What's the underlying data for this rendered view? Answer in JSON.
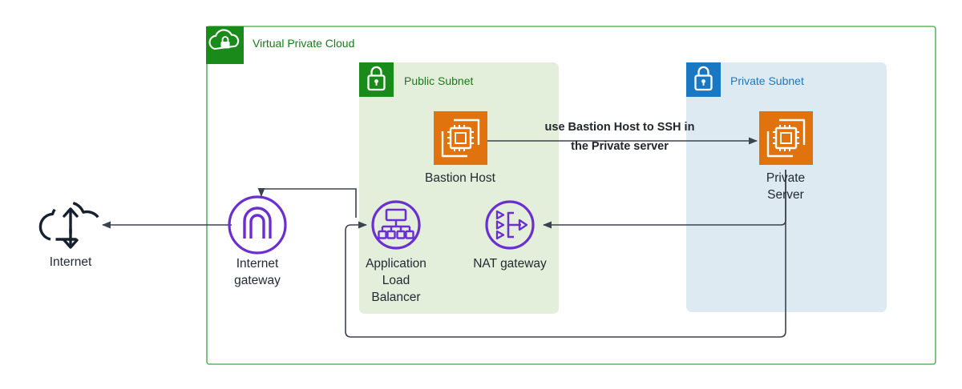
{
  "diagram": {
    "title": "AWS VPC architecture with public and private subnets",
    "colors": {
      "vpc_border": "#4caf50",
      "vpc_badge": "#1a8a1a",
      "public_subnet_fill": "#e3efda",
      "public_subnet_badge": "#1a8a1a",
      "public_subnet_label": "#1a7a1a",
      "private_subnet_fill": "#deeaf1",
      "private_subnet_badge": "#1a78c2",
      "private_subnet_label": "#1a78c2",
      "compute_orange": "#e0730d",
      "network_purple": "#6b2fd1",
      "internet_dark": "#16202e",
      "connector": "#3b4250",
      "text_dark": "#222a35"
    },
    "groups": [
      {
        "id": "vpc",
        "name": "virtual-private-cloud",
        "label": "Virtual Private Cloud",
        "icon": "cloud-lock-icon"
      },
      {
        "id": "public-subnet",
        "name": "public-subnet",
        "label": "Public Subnet",
        "icon": "lock-icon"
      },
      {
        "id": "private-subnet",
        "name": "private-subnet",
        "label": "Private Subnet",
        "icon": "lock-icon"
      }
    ],
    "nodes": [
      {
        "id": "internet",
        "name": "internet-node",
        "label": "Internet",
        "icon": "cloud-arrows-icon",
        "label_lines": [
          "Internet"
        ]
      },
      {
        "id": "internet-gateway",
        "name": "internet-gateway-node",
        "label": "Internet gateway",
        "icon": "internet-gateway-icon",
        "label_lines": [
          "Internet",
          "gateway"
        ]
      },
      {
        "id": "application-load-balancer",
        "name": "application-load-balancer-node",
        "label": "Application Load Balancer",
        "icon": "load-balancer-icon",
        "label_lines": [
          "Application",
          "Load",
          "Balancer"
        ]
      },
      {
        "id": "nat-gateway",
        "name": "nat-gateway-node",
        "label": "NAT gateway",
        "icon": "nat-gateway-icon",
        "label_lines": [
          "NAT gateway"
        ]
      },
      {
        "id": "bastion-host",
        "name": "bastion-host-node",
        "label": "Bastion Host",
        "icon": "ec2-instance-icon",
        "label_lines": [
          "Bastion Host"
        ]
      },
      {
        "id": "private-server",
        "name": "private-server-node",
        "label": "Private Server",
        "icon": "ec2-instance-icon",
        "label_lines": [
          "Private",
          "Server"
        ]
      }
    ],
    "edges": [
      {
        "id": "bastion-to-private",
        "name": "edge-bastion-to-private-server",
        "from": "bastion-host",
        "to": "private-server",
        "label_lines": [
          "use Bastion Host to SSH in",
          "the Private server"
        ]
      },
      {
        "id": "igw-to-internet",
        "name": "edge-internet-gateway-to-internet",
        "from": "internet-gateway",
        "to": "internet",
        "label_lines": []
      },
      {
        "id": "alb-to-igw",
        "name": "edge-load-balancer-to-internet-gateway",
        "from": "application-load-balancer",
        "to": "internet-gateway",
        "label_lines": []
      },
      {
        "id": "private-to-nat",
        "name": "edge-private-server-to-nat-gateway",
        "from": "private-server",
        "to": "nat-gateway",
        "label_lines": []
      },
      {
        "id": "private-to-alb",
        "name": "edge-private-server-to-load-balancer",
        "from": "private-server",
        "to": "application-load-balancer",
        "label_lines": []
      }
    ]
  }
}
